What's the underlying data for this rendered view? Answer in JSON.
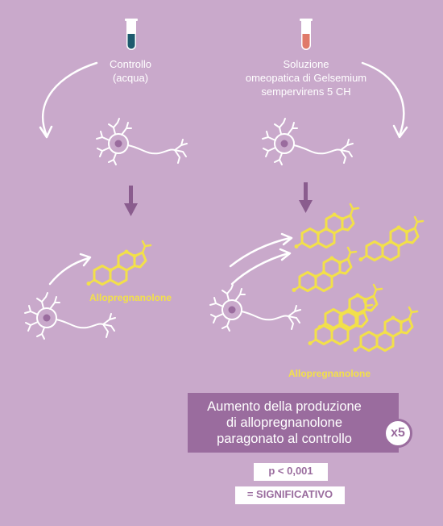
{
  "control": {
    "line1": "Controllo",
    "line2": "(acqua)"
  },
  "treatment": {
    "line1": "Soluzione",
    "line2": "omeopatica di Gelsemium",
    "line3": "sempervirens 5 CH"
  },
  "molecule_label_left": "Allopregnanolone",
  "molecule_label_right": "Allopregnanolone",
  "result": {
    "line1": "Aumento della produzione",
    "line2": "di allopregnanolone",
    "line3": "paragonato al controllo",
    "multiplier": "x5"
  },
  "stats": {
    "p_value": "p < 0,001",
    "verdict": "= SIGNIFICATIVO"
  },
  "colors": {
    "background": "#c9a9cb",
    "accent": "#9a6c9e",
    "molecule": "#f2e04a",
    "control_liquid": "#1e5a6e",
    "treatment_liquid": "#e07a6a"
  }
}
